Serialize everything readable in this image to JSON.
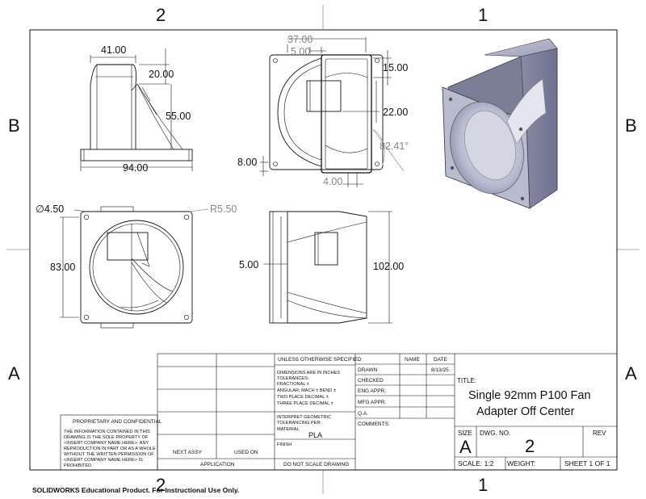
{
  "zones": {
    "top_left": "2",
    "top_right": "1",
    "bottom_left": "2",
    "bottom_right": "1",
    "left_upper": "B",
    "left_lower": "A",
    "right_upper": "B",
    "right_lower": "A"
  },
  "dimensions": {
    "side_width_top": "41.00",
    "side_h1": "20.00",
    "side_h2": "55.00",
    "side_base_width": "94.00",
    "front_w1": "37.00",
    "front_w2": "5.00",
    "front_h1": "15.00",
    "front_h2": "22.00",
    "front_angle": "82.41°",
    "front_left": "8.00",
    "front_bottom": "4.00",
    "top_hole": "∅4.50",
    "top_radius": "R5.50",
    "top_height": "83.00",
    "right_offset": "5.00",
    "right_height": "102.00"
  },
  "title_block": {
    "tolerance_header": "UNLESS OTHERWISE SPECIFIED:",
    "tol_lines": [
      "DIMENSIONS ARE IN INCHES",
      "TOLERANCES:",
      "FRACTIONAL ±",
      "ANGULAR: MACH ±    BEND ±",
      "TWO PLACE DECIMAL    ±",
      "THREE PLACE DECIMAL   ±"
    ],
    "interpret_lines": [
      "INTERPRET GEOMETRIC",
      "TOLERANCING PER:"
    ],
    "material_label": "MATERIAL",
    "material_value": "PLA",
    "finish_label": "FINISH",
    "do_not_scale": "DO NOT SCALE DRAWING",
    "next_assy": "NEXT ASSY",
    "used_on": "USED ON",
    "application": "APPLICATION",
    "prop_header": "PROPRIETARY AND CONFIDENTIAL",
    "prop_lines": [
      "THE INFORMATION CONTAINED IN THIS",
      "DRAWING IS THE SOLE PROPERTY OF",
      "<INSERT COMPANY NAME HERE>.  ANY",
      "REPRODUCTION IN PART OR AS A WHOLE",
      "WITHOUT THE WRITTEN PERMISSION OF",
      "<INSERT COMPANY NAME HERE> IS",
      "PROHIBITED."
    ],
    "col_name": "NAME",
    "col_date": "DATE",
    "drawn": "DRAWN",
    "drawn_date": "8/13/25",
    "checked": "CHECKED",
    "eng_appr": "ENG APPR.",
    "mfg_appr": "MFG APPR.",
    "qa": "Q.A.",
    "comments": "COMMENTS:",
    "title_label": "TITLE:",
    "title_line1": "Single 92mm P100 Fan",
    "title_line2": "Adapter Off Center",
    "size_label": "SIZE",
    "size_value": "A",
    "dwg_label": "DWG.  NO.",
    "dwg_value": "2",
    "rev_label": "REV",
    "scale": "SCALE: 1:2",
    "weight": "WEIGHT:",
    "sheet": "SHEET 1 OF 1"
  },
  "footer": "SOLIDWORKS Educational Product. For Instructional Use Only."
}
